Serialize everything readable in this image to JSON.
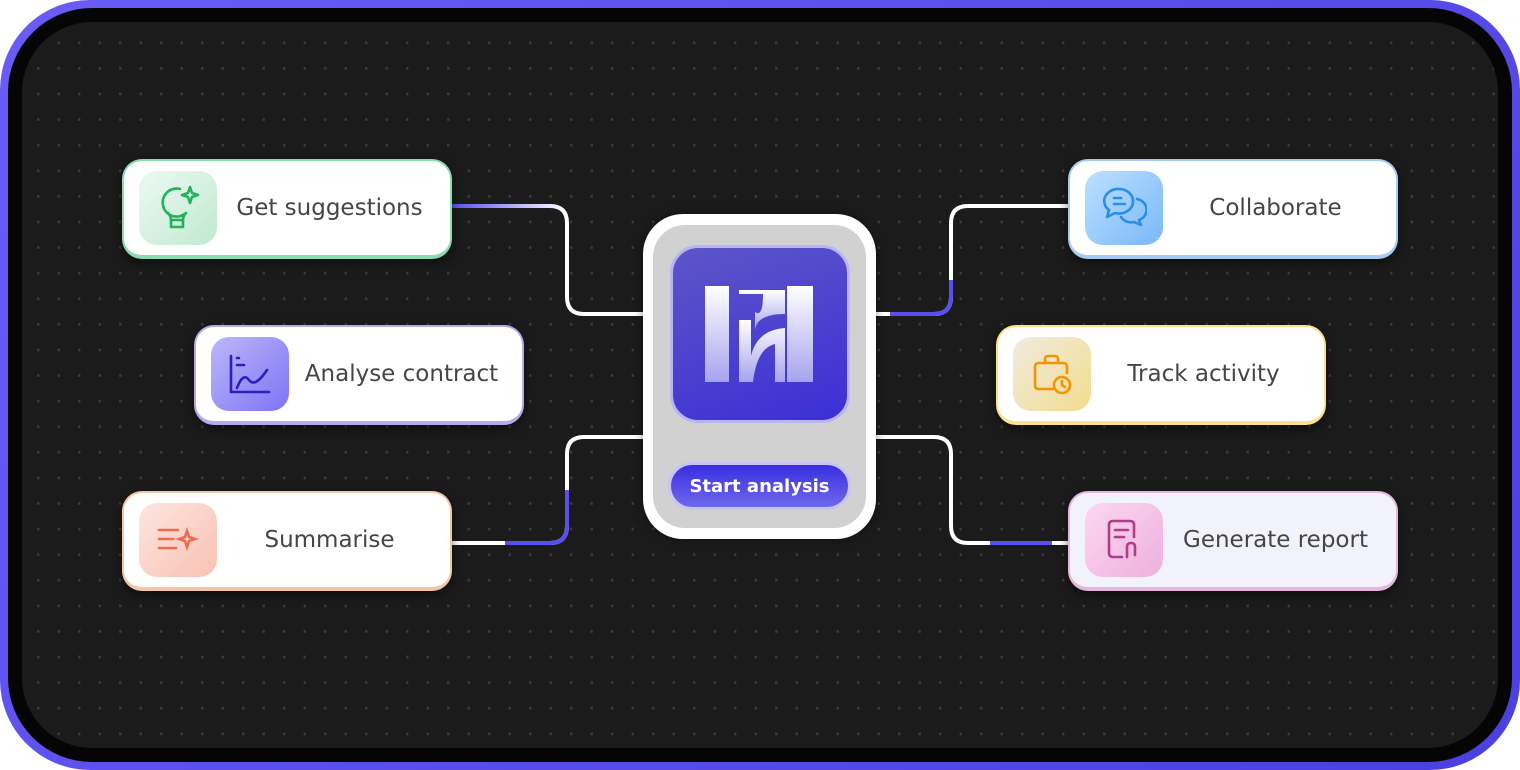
{
  "center": {
    "start_button": "Start analysis",
    "logo": "logo-icon"
  },
  "features": {
    "left": [
      {
        "label": "Get suggestions",
        "icon": "lightbulb-sparkle-icon",
        "accent": "#22b35e"
      },
      {
        "label": "Analyse contract",
        "icon": "chart-line-icon",
        "accent": "#2b1fc2"
      },
      {
        "label": "Summarise",
        "icon": "text-sparkle-icon",
        "accent": "#ef6b4f"
      }
    ],
    "right": [
      {
        "label": "Collaborate",
        "icon": "chat-bubbles-icon",
        "accent": "#2a8de8"
      },
      {
        "label": "Track activity",
        "icon": "briefcase-clock-icon",
        "accent": "#f59300"
      },
      {
        "label": "Generate report",
        "icon": "document-attachment-icon",
        "accent": "#b23b8a"
      }
    ]
  },
  "colors": {
    "frame": "#5b4ef0",
    "background": "#1b1b1b"
  }
}
